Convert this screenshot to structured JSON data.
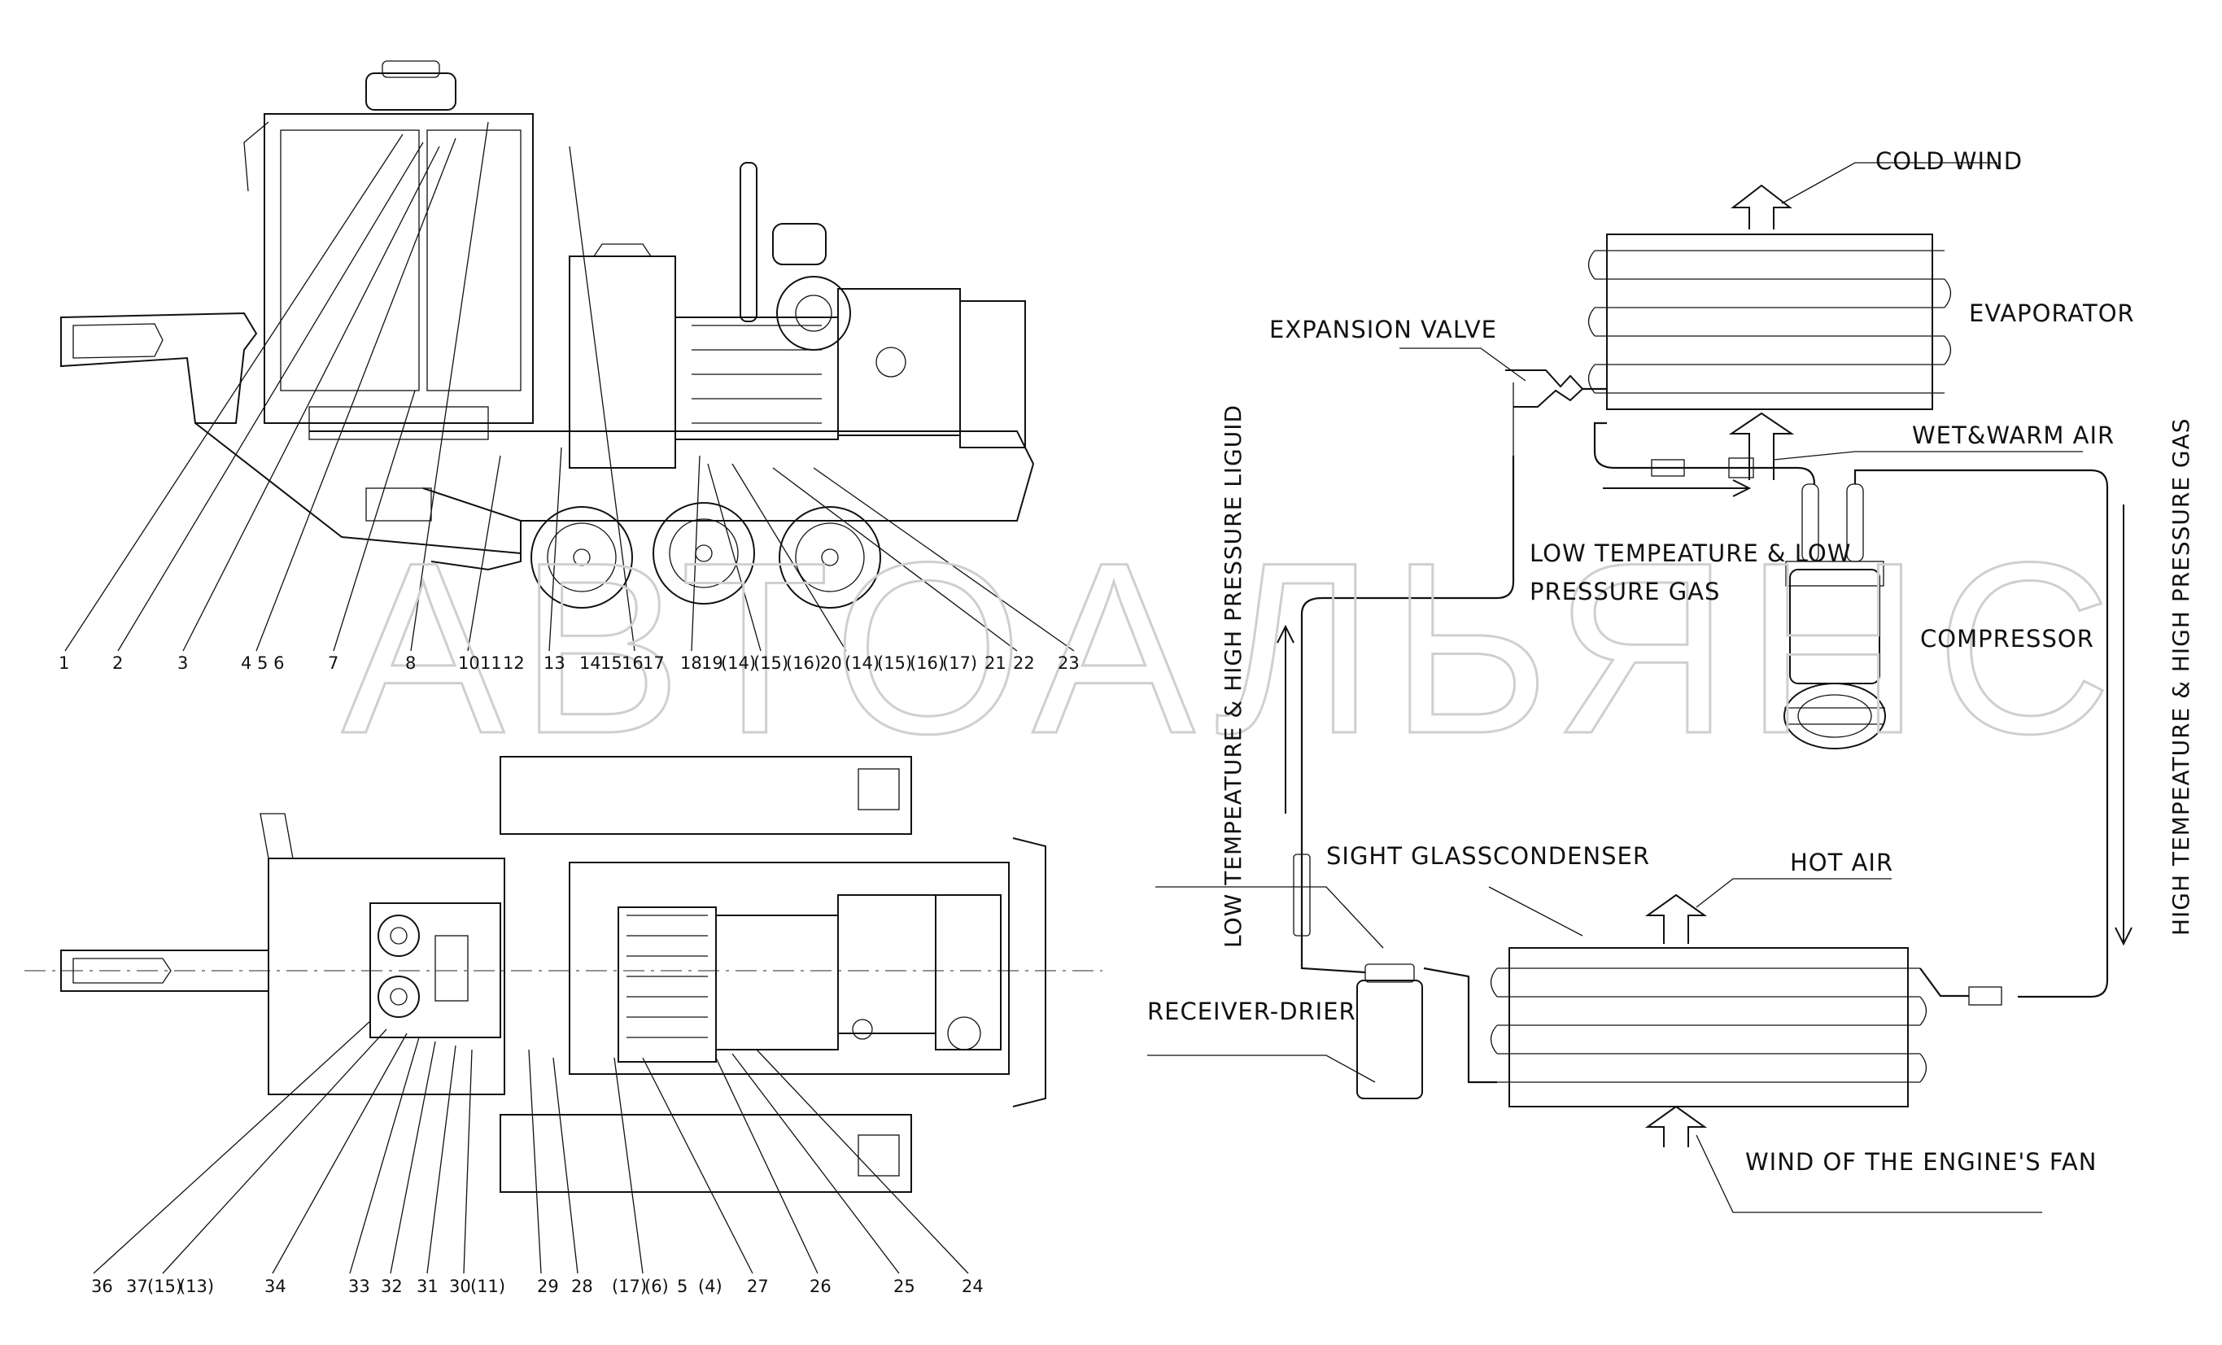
{
  "watermark": "АВТОАЛЬЯНС",
  "ac_circuit": {
    "labels": {
      "cold_wind": "COLD WIND",
      "evaporator": "EVAPORATOR",
      "expansion_valve": "EXPANSION VALVE",
      "wet_warm_air": "WET&WARM AIR",
      "low_temp_gas_line1": "LOW TEMPEATURE & LOW",
      "low_temp_gas_line2": "PRESSURE GAS",
      "compressor": "COMPRESSOR",
      "low_temp_liquid": "LOW TEMPEATURE & HIGH PRESSURE LIGUID",
      "high_temp_gas": "HIGH TEMPEATURE & HIGH PRESSURE GAS",
      "sight_glass": "SIGHT GLASS",
      "condenser": "CONDENSER",
      "hot_air": "HOT AIR",
      "receiver_drier": "RECEIVER-DRIER",
      "engine_fan": "WIND OF THE ENGINE'S FAN"
    }
  },
  "side_view": {
    "callouts": [
      "1",
      "2",
      "3",
      "4 5 6",
      "7",
      "8",
      "10",
      "11",
      "12",
      "13",
      "14",
      "15",
      "16",
      "17",
      "18",
      "19",
      "(14)",
      "(15)",
      "(16)",
      "20",
      "(14)",
      "(15)",
      "(16)",
      "(17)",
      "21",
      "22",
      "23"
    ]
  },
  "top_view": {
    "callouts": [
      "36",
      "37",
      "(15)",
      "(13)",
      "34",
      "33",
      "32",
      "31",
      "30",
      "(11)",
      "29",
      "28",
      "(17)",
      "(6)",
      "5",
      "(4)",
      "27",
      "26",
      "25",
      "24"
    ]
  },
  "colors": {
    "line": "#111111",
    "watermark": "#cfcfcf",
    "background": "#ffffff"
  }
}
